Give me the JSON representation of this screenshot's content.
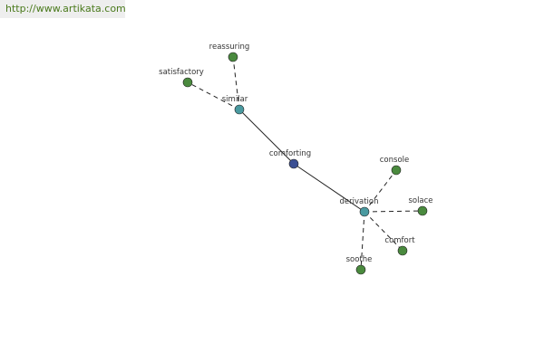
{
  "watermark": "http://www.artikata.com",
  "colors": {
    "center": "#3b4f93",
    "hub": "#4a9aa0",
    "leaf": "#4a8a3e"
  },
  "graph": {
    "nodes": [
      {
        "id": "comforting",
        "label": "comforting",
        "kind": "center"
      },
      {
        "id": "similar",
        "label": "similar",
        "kind": "hub"
      },
      {
        "id": "derivation",
        "label": "derivation",
        "kind": "hub"
      },
      {
        "id": "reassuring",
        "label": "reassuring",
        "kind": "leaf"
      },
      {
        "id": "satisfactory",
        "label": "satisfactory",
        "kind": "leaf"
      },
      {
        "id": "console",
        "label": "console",
        "kind": "leaf"
      },
      {
        "id": "solace",
        "label": "solace",
        "kind": "leaf"
      },
      {
        "id": "comfort",
        "label": "comfort",
        "kind": "leaf"
      },
      {
        "id": "soothe",
        "label": "soothe",
        "kind": "leaf"
      }
    ],
    "edges": [
      {
        "from": "comforting",
        "to": "similar",
        "style": "solid"
      },
      {
        "from": "comforting",
        "to": "derivation",
        "style": "solid"
      },
      {
        "from": "similar",
        "to": "reassuring",
        "style": "dashed"
      },
      {
        "from": "similar",
        "to": "satisfactory",
        "style": "dashed"
      },
      {
        "from": "derivation",
        "to": "console",
        "style": "dashed"
      },
      {
        "from": "derivation",
        "to": "solace",
        "style": "dashed"
      },
      {
        "from": "derivation",
        "to": "comfort",
        "style": "dashed"
      },
      {
        "from": "derivation",
        "to": "soothe",
        "style": "dashed"
      }
    ]
  }
}
